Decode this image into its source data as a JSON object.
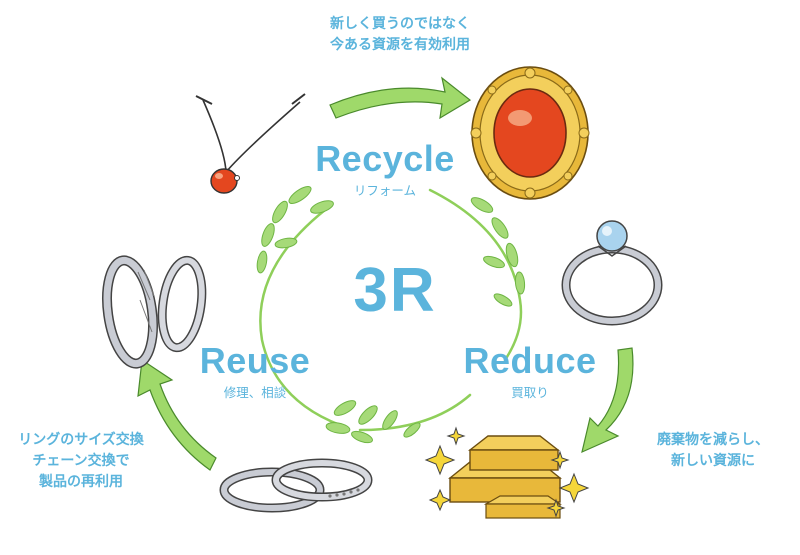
{
  "center": {
    "title": "3R"
  },
  "stages": {
    "recycle": {
      "label": "Recycle",
      "sub": "リフォーム"
    },
    "reduce": {
      "label": "Reduce",
      "sub": "買取り"
    },
    "reuse": {
      "label": "Reuse",
      "sub": "修理、相談"
    }
  },
  "captions": {
    "top": [
      "新しく買うのではなく",
      "今ある資源を有効利用"
    ],
    "right": [
      "廃棄物を減らし、",
      "新しい資源に"
    ],
    "left": [
      "リングのサイズ交換",
      "チェーン交換で",
      "製品の再利用"
    ]
  },
  "colors": {
    "text_blue": "#5bb4dc",
    "arrow_green": "#9fd96a",
    "leaf_green": "#8fcf5a",
    "gold": "#e8b83a",
    "red_gem": "#e4471f",
    "silver": "#c9ccd4"
  },
  "icons": [
    "necklace-icon",
    "brooch-icon",
    "diamond-ring-icon",
    "gold-bars-icon",
    "wedding-rings-icon",
    "band-rings-icon"
  ]
}
